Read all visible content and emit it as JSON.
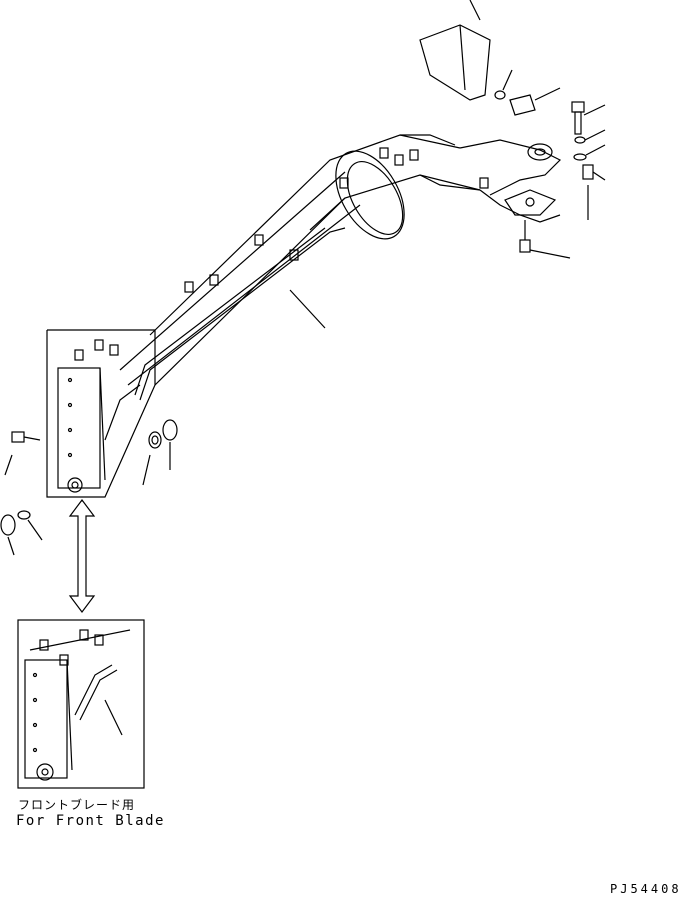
{
  "inset": {
    "caption_jp": "フロントブレード用",
    "caption_en": "For Front Blade"
  },
  "drawing_id": "PJ54408"
}
